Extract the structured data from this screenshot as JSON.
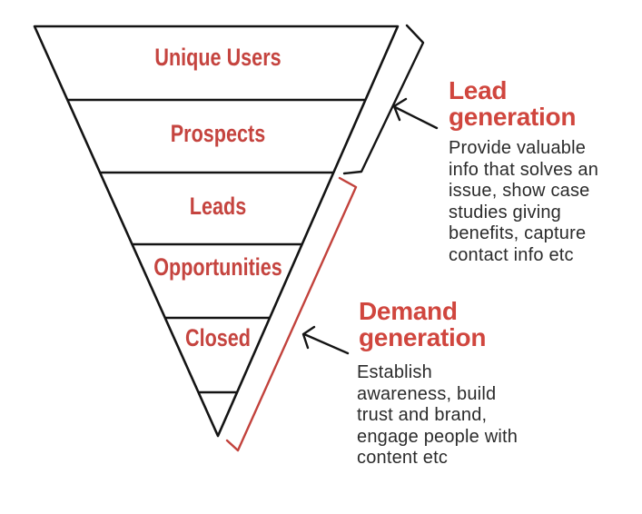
{
  "colors": {
    "accent_red": "#c5443f",
    "heading_red": "#d0463e",
    "bracket_red": "#c2423c",
    "ink": "#141414",
    "body_text": "#2b2b2b",
    "background": "#ffffff"
  },
  "funnel": {
    "stages": [
      {
        "label": "Unique Users"
      },
      {
        "label": "Prospects"
      },
      {
        "label": "Leads"
      },
      {
        "label": "Opportunities"
      },
      {
        "label": "Closed"
      }
    ]
  },
  "annotations": {
    "lead_generation": {
      "heading": [
        "Lead",
        "generation"
      ],
      "body": [
        "Provide valuable",
        "info that solves an",
        "issue, show case",
        "studies giving",
        "benefits, capture",
        "contact info etc"
      ]
    },
    "demand_generation": {
      "heading": [
        "Demand",
        "generation"
      ],
      "body": [
        "Establish",
        "awareness, build",
        "trust and brand,",
        "engage people with",
        "content etc"
      ]
    }
  }
}
